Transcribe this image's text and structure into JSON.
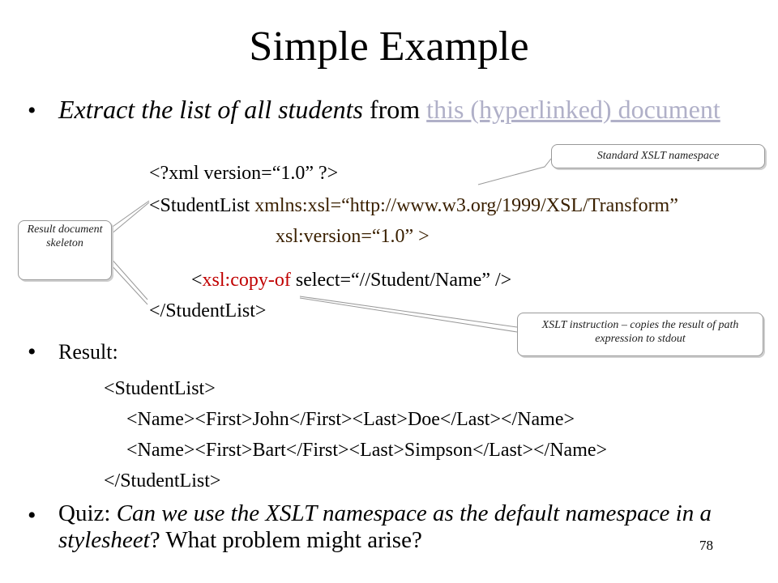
{
  "title": "Simple Example",
  "bullet1": {
    "italic": "Extract the list of all students",
    "plain": " from ",
    "link": "this (hyperlinked) document"
  },
  "code": {
    "line1": "<?xml version=“1.0” ?>",
    "line2": {
      "open": "<StudentList ",
      "attr": "xmlns:xsl=“http://www.w3.org/1999/XSL/Transform”"
    },
    "line3": "xsl:version=“1.0” >",
    "line4": {
      "lt": "<",
      "kw": "xsl:copy-of",
      "rest": " select=“//Student/Name” />"
    },
    "line5": "</StudentList>"
  },
  "callouts": {
    "namespace": "Standard XSLT namespace",
    "skeleton": "Result document skeleton",
    "instruction": "XSLT instruction – copies the result of path expression to stdout"
  },
  "result": {
    "label": "Result",
    "colon": ":",
    "lines": [
      "<StudentList>",
      "<Name><First>John</First><Last>Doe</Last></Name>",
      "<Name><First>Bart</First><Last>Simpson</Last></Name>",
      "</StudentList>"
    ]
  },
  "quiz": {
    "label": "Quiz:  ",
    "italic1": "Can we use the XSLT namespace as the default namespace in a stylesheet",
    "plain": "? What problem might arise?"
  },
  "page_number": "78",
  "bullet_glyph": "•"
}
